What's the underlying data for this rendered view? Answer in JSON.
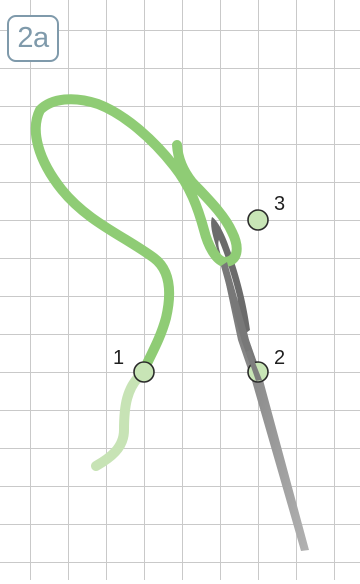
{
  "diagram": {
    "step_label": "2a",
    "points": [
      {
        "id": "point-1",
        "label": "1"
      },
      {
        "id": "point-2",
        "label": "2"
      },
      {
        "id": "point-3",
        "label": "3"
      }
    ]
  },
  "colors": {
    "grid": "#c9c9c9",
    "thread": "#8fcc75",
    "thread_tail": "#c7e3b5",
    "needle_dark": "#6b6b6b",
    "needle_light": "#a3a3a3",
    "point_fill": "#c8e5b6",
    "point_stroke": "#2b2b2b",
    "badge": "#7f9aab"
  },
  "icons": [
    "needle-icon",
    "thread-icon"
  ]
}
